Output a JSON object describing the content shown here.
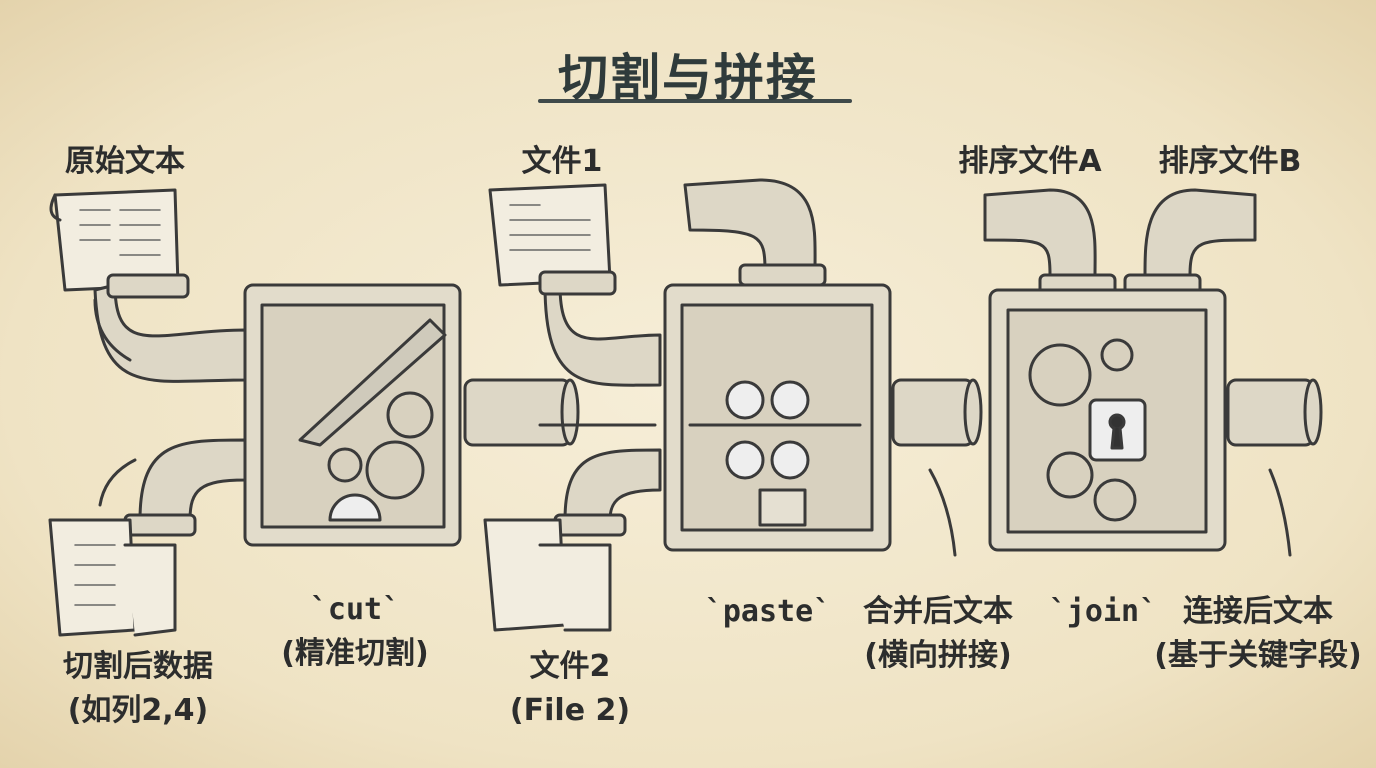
{
  "title": "切割与拼接",
  "cut_section": {
    "input_label": "原始文本",
    "output_label": "切割后数据",
    "output_note": "(如列2,4)",
    "command": "`cut`",
    "command_note": "(精准切割)"
  },
  "paste_section": {
    "file1_label": "文件1",
    "file2_label": "文件2",
    "file2_note": "(File 2)",
    "command": "`paste`",
    "output_label": "合并后文本",
    "output_note": "(横向拼接)"
  },
  "join_section": {
    "input_a_label": "排序文件A",
    "input_b_label": "排序文件B",
    "command": "`join`",
    "output_label": "连接后文本",
    "output_note": "(基于关键字段)"
  },
  "colors": {
    "ink": "#2f3030",
    "paper": "#f3ead3",
    "box_fill": "#e2dccb"
  }
}
